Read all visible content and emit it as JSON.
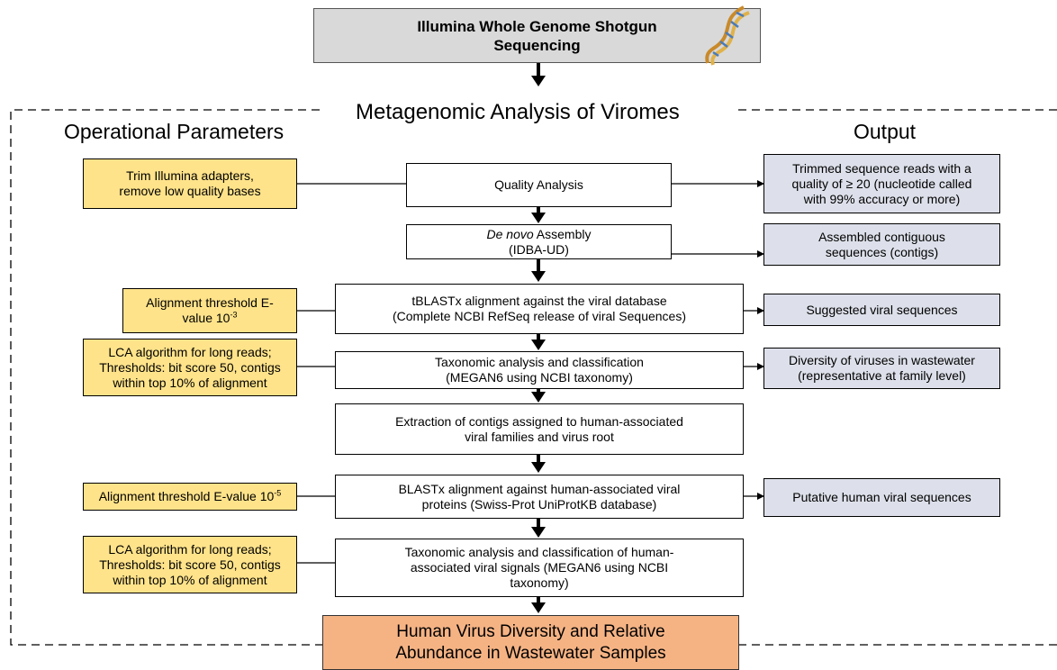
{
  "header": {
    "line1": "Illumina Whole Genome Shotgun",
    "line2": "Sequencing"
  },
  "labels": {
    "title": "Metagenomic Analysis of Viromes",
    "params": "Operational Parameters",
    "output": "Output"
  },
  "steps": {
    "quality": {
      "line1": "Quality Analysis"
    },
    "assembly": {
      "italic": "De novo",
      "rest": " Assembly",
      "line2": "(IDBA-UD)"
    },
    "tblastx": {
      "line1": "tBLASTx alignment against the viral database",
      "line2": "(Complete NCBI RefSeq release of viral Sequences)"
    },
    "taxonomy": {
      "line1": "Taxonomic analysis and classification",
      "line2": "(MEGAN6 using NCBI taxonomy)"
    },
    "extract": {
      "line1": "Extraction of contigs assigned to human-associated",
      "line2": "viral families and virus root"
    },
    "blastx": {
      "line1": "BLASTx alignment against human-associated viral",
      "line2": "proteins (Swiss-Prot UniProtKB database)"
    },
    "taxonomy2": {
      "line1": "Taxonomic analysis and classification of human-",
      "line2": "associated viral signals (MEGAN6 using  NCBI",
      "line3": "taxonomy)"
    }
  },
  "params": {
    "p1": {
      "line1": "Trim Illumina adapters,",
      "line2": "remove low quality bases"
    },
    "p2": {
      "line1": "Alignment threshold E-",
      "line2": "value 10",
      "sup": "-3"
    },
    "p3": {
      "line1": "LCA algorithm for long reads;",
      "line2": "Thresholds: bit score 50, contigs",
      "line3": "within top 10% of alignment"
    },
    "p4": {
      "line1": "Alignment threshold E-value 10",
      "sup": "-5"
    },
    "p5": {
      "line1": "LCA algorithm for long reads;",
      "line2": "Thresholds: bit score 50, contigs",
      "line3": "within top 10% of alignment"
    }
  },
  "outputs": {
    "o1": {
      "line1": "Trimmed sequence reads with a",
      "line2": "quality of ≥ 20 (nucleotide called",
      "line3": "with 99% accuracy or more)"
    },
    "o2": {
      "line1": "Assembled contiguous",
      "line2": "sequences (contigs)"
    },
    "o3": {
      "line1": "Suggested viral sequences"
    },
    "o4": {
      "line1": "Diversity of viruses in wastewater",
      "line2": "(representative at family level)"
    },
    "o5": {
      "line1": "Putative human viral sequences"
    }
  },
  "final": {
    "line1": "Human Virus Diversity and Relative",
    "line2": "Abundance in Wastewater Samples"
  },
  "icons": [
    "dna-helix-icon"
  ]
}
